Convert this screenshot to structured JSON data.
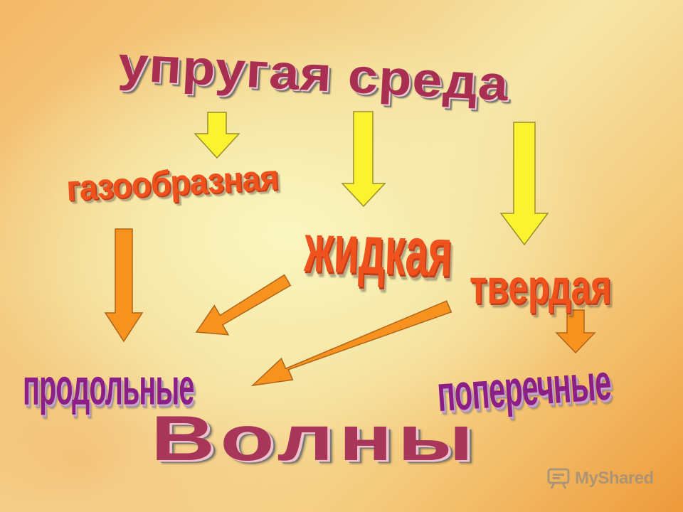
{
  "title": "упругая среда",
  "media": {
    "gaseous": "газообразная",
    "liquid": "жидкая",
    "solid": "твердая"
  },
  "wave_types": {
    "longitudinal": "продольные",
    "transverse": "поперечные"
  },
  "waves_label": "Волны",
  "watermark": "MyShared",
  "colors": {
    "title": "#a82f52",
    "media_text": "#f0521e",
    "wave_type_text": "#8b1f86",
    "yellow_arrow": "#fbf230",
    "orange_arrow": "#f7921e"
  }
}
